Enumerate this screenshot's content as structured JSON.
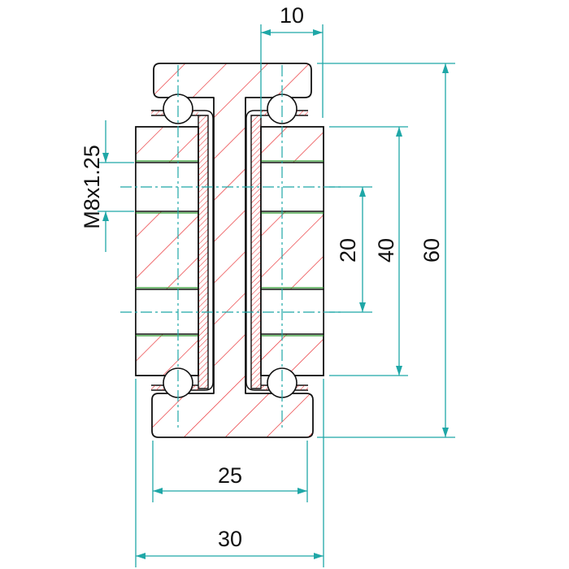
{
  "drawing": {
    "dimensions": {
      "slot_width": "10",
      "thread": "M8x1.25",
      "hole_pitch": "20",
      "bearing_height": "40",
      "overall_height": "60",
      "rail_width": "25",
      "overall_width": "30"
    },
    "colors": {
      "outline": "#111111",
      "hatch": "#e8262a",
      "dimension": "#1fa7a7",
      "center_line": "#1fa7a7",
      "thread_line": "#2f9a2f",
      "background": "#ffffff"
    }
  }
}
